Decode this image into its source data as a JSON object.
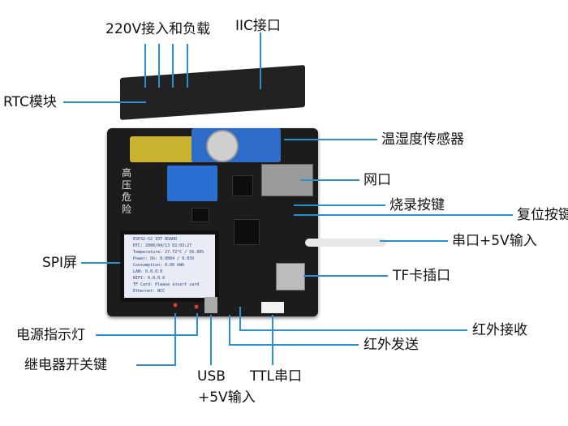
{
  "labels": {
    "power_input": "220V接入和负载",
    "iic": "IIC接口",
    "rtc": "RTC模块",
    "temp_sensor": "温湿度传感器",
    "ethernet": "网口",
    "flash_button": "烧录按键",
    "reset_button": "复位按键",
    "serial_5v": "串口+5V输入",
    "tf_slot": "TF卡插口",
    "spi_screen": "SPI屏",
    "ir_receive": "红外接收",
    "power_led": "电源指示灯",
    "ir_send": "红外发送",
    "relay_switch": "继电器开关键",
    "usb": "USB",
    "usb_5v": "+5V输入",
    "ttl": "TTL串口"
  },
  "board": {
    "warning_text": "高压危险",
    "lcd_lines": [
      "ESP32-S2 IOT BOARD",
      "RTC: 2000/04/13 02:03:27",
      "Temperature: 27.72°C / 56.00%",
      "Power: Sh: 0.0004 / 0.03V",
      "Consumption: 0.00 kWh",
      "LAN: 0.0.0.0",
      "WIFI: 0.0.0.0",
      "TF Card: Please insert card",
      "Ethernet: NCC"
    ]
  },
  "colors": {
    "line": "#2a8fd0",
    "pcb": "#1c1c1c",
    "module_blue": "#2d6cc9"
  }
}
